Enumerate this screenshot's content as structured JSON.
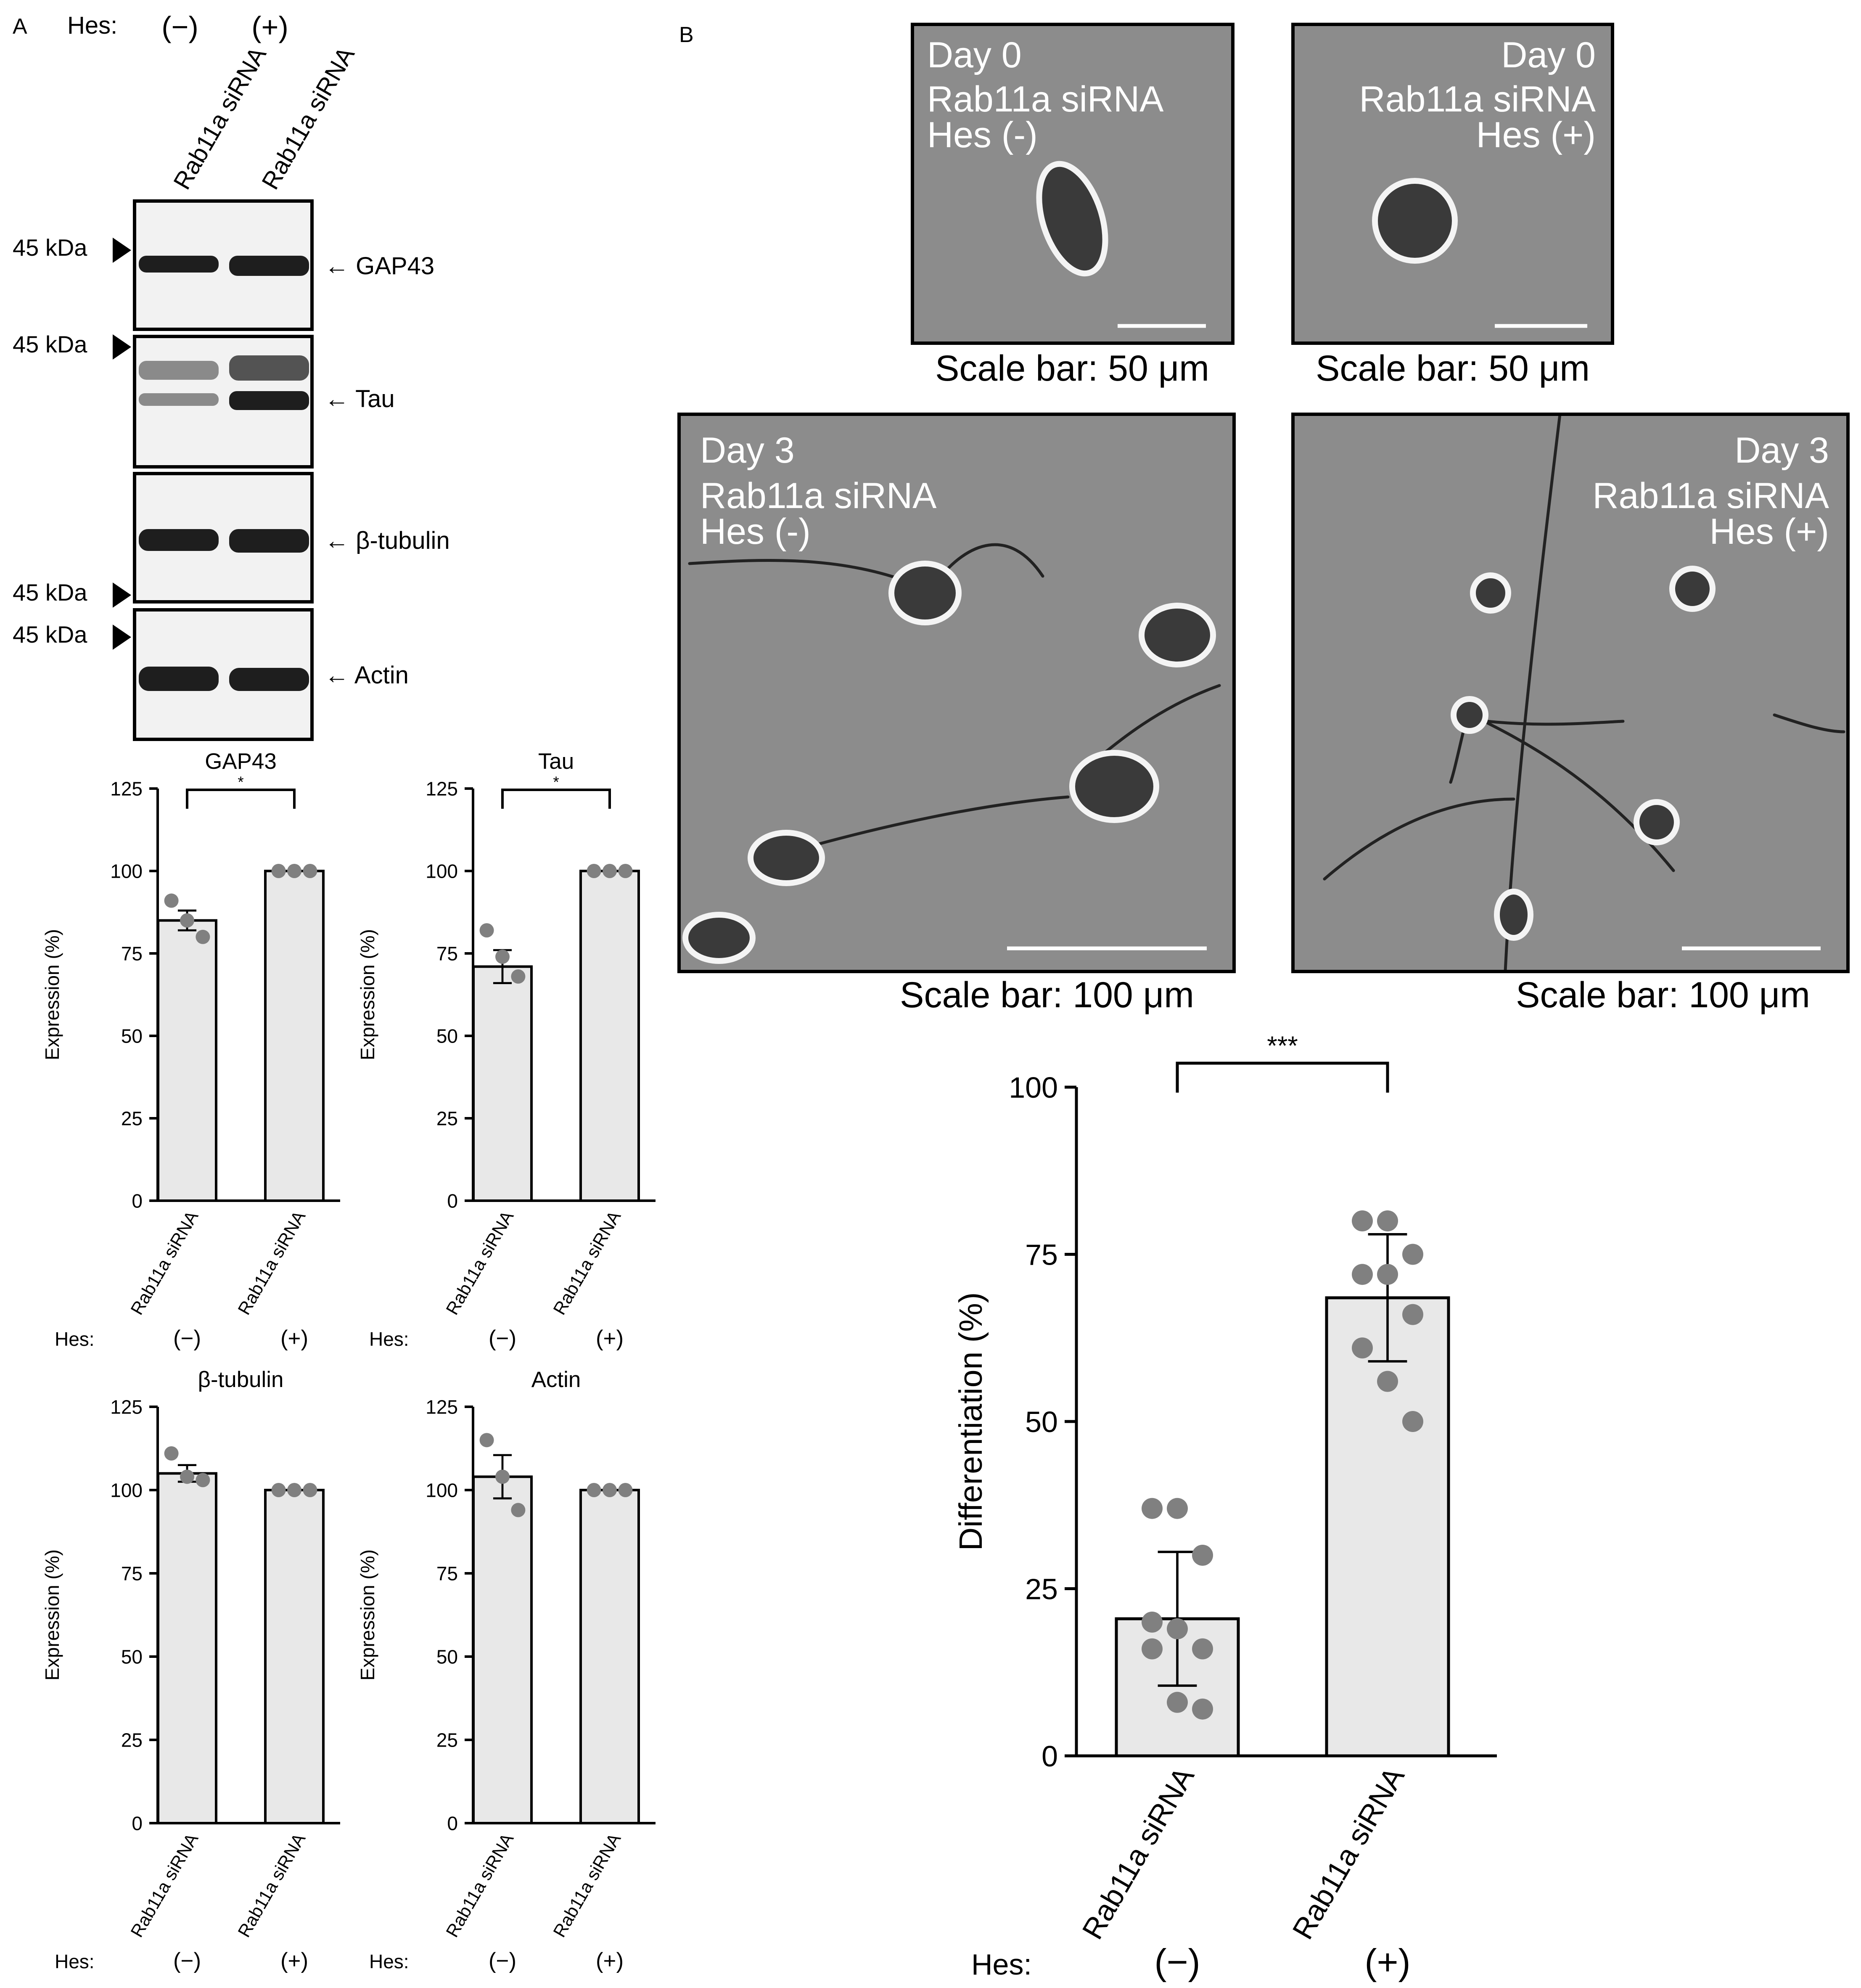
{
  "panel_a": {
    "label": "A",
    "hes_label": "Hes:",
    "hes_minus": "(−)",
    "hes_plus": "(+)",
    "lane_labels": [
      "Rab11a siRNA",
      "Rab11a siRNA"
    ],
    "marker_labels": [
      "45 kDa",
      "45 kDa",
      "45 kDa",
      "45 kDa"
    ],
    "blot_labels": [
      "← GAP43",
      "← Tau",
      "← β-tubulin",
      "← Actin"
    ]
  },
  "panel_b": {
    "label": "B",
    "micrographs": [
      {
        "lines": [
          "Day 0",
          "Rab11a siRNA",
          "Hes (-)"
        ],
        "scale_caption": "Scale bar: 50 μm"
      },
      {
        "lines": [
          "Day 0",
          "Rab11a siRNA",
          "Hes (+)"
        ],
        "scale_caption": "Scale bar: 50 μm"
      },
      {
        "lines": [
          "Day 3",
          "Rab11a siRNA",
          "Hes (-)"
        ],
        "scale_caption": "Scale bar: 100 μm"
      },
      {
        "lines": [
          "Day 3",
          "Rab11a siRNA",
          "Hes (+)"
        ],
        "scale_caption": "Scale bar: 100 μm"
      }
    ]
  },
  "chart_data": [
    {
      "type": "bar",
      "title": "GAP43",
      "ylabel": "Expression (%)",
      "categories": [
        "Rab11a siRNA",
        "Rab11a siRNA"
      ],
      "group_label": "Hes:",
      "groups": [
        "(−)",
        "(+)"
      ],
      "values": [
        85,
        100
      ],
      "errors": [
        3,
        0
      ],
      "points": [
        [
          91,
          85,
          80
        ],
        [
          100,
          100,
          100
        ]
      ],
      "ylim": [
        0,
        125
      ],
      "yticks": [
        0,
        25,
        50,
        75,
        100,
        125
      ],
      "significance": "*",
      "fill_color": "#e8e8e8",
      "point_color": "#808080"
    },
    {
      "type": "bar",
      "title": "Tau",
      "ylabel": "Expression (%)",
      "categories": [
        "Rab11a siRNA",
        "Rab11a siRNA"
      ],
      "group_label": "Hes:",
      "groups": [
        "(−)",
        "(+)"
      ],
      "values": [
        71,
        100
      ],
      "errors": [
        5,
        0
      ],
      "points": [
        [
          82,
          74,
          68
        ],
        [
          100,
          100,
          100
        ]
      ],
      "ylim": [
        0,
        125
      ],
      "yticks": [
        0,
        25,
        50,
        75,
        100,
        125
      ],
      "significance": "*",
      "fill_color": "#e8e8e8",
      "point_color": "#808080"
    },
    {
      "type": "bar",
      "title": "β-tubulin",
      "ylabel": "Expression (%)",
      "categories": [
        "Rab11a siRNA",
        "Rab11a siRNA"
      ],
      "group_label": "Hes:",
      "groups": [
        "(−)",
        "(+)"
      ],
      "values": [
        105,
        100
      ],
      "errors": [
        2.5,
        0
      ],
      "points": [
        [
          111,
          104,
          103
        ],
        [
          100,
          100,
          100
        ]
      ],
      "ylim": [
        0,
        125
      ],
      "yticks": [
        0,
        25,
        50,
        75,
        100,
        125
      ],
      "significance": "",
      "fill_color": "#e8e8e8",
      "point_color": "#808080"
    },
    {
      "type": "bar",
      "title": "Actin",
      "ylabel": "Expression (%)",
      "categories": [
        "Rab11a siRNA",
        "Rab11a siRNA"
      ],
      "group_label": "Hes:",
      "groups": [
        "(−)",
        "(+)"
      ],
      "values": [
        104,
        100
      ],
      "errors": [
        6.5,
        0
      ],
      "points": [
        [
          115,
          104,
          94
        ],
        [
          100,
          100,
          100
        ]
      ],
      "ylim": [
        0,
        125
      ],
      "yticks": [
        0,
        25,
        50,
        75,
        100,
        125
      ],
      "significance": "",
      "fill_color": "#e8e8e8",
      "point_color": "#808080"
    },
    {
      "type": "bar",
      "title": "",
      "ylabel": "Differentiation (%)",
      "categories": [
        "Rab11a siRNA",
        "Rab11a siRNA"
      ],
      "group_label": "Hes:",
      "groups": [
        "(−)",
        "(+)"
      ],
      "values": [
        20.5,
        68.5
      ],
      "errors": [
        10,
        9.5
      ],
      "points": [
        [
          37,
          37,
          30,
          20,
          19,
          16,
          16,
          8,
          7
        ],
        [
          80,
          80,
          75,
          72,
          72,
          66,
          61,
          56,
          50
        ]
      ],
      "ylim": [
        0,
        100
      ],
      "yticks": [
        0,
        25,
        50,
        75,
        100
      ],
      "significance": "***",
      "fill_color": "#e8e8e8",
      "point_color": "#808080"
    }
  ]
}
